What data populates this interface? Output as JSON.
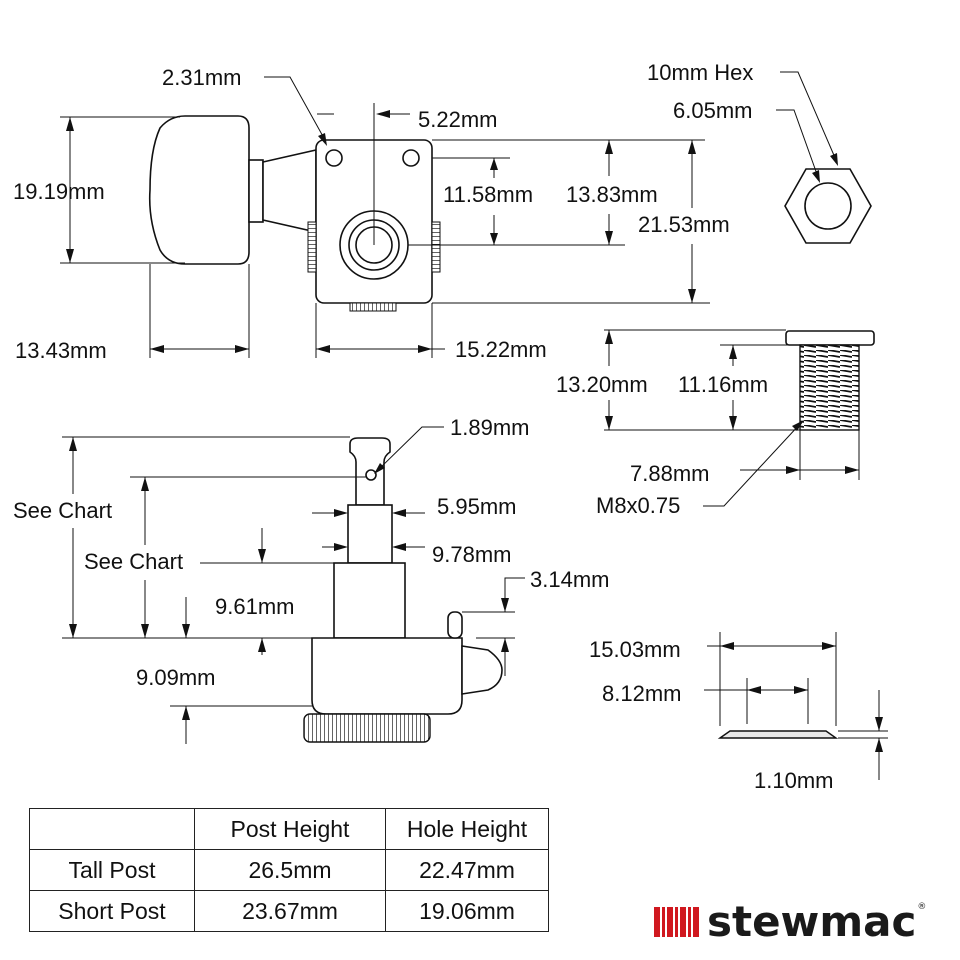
{
  "dimensions": {
    "top_view": {
      "d1": "2.31mm",
      "d2": "5.22mm",
      "d3": "19.19mm",
      "d4": "11.58mm",
      "d5": "13.83mm",
      "d6": "21.53mm",
      "d7": "13.43mm",
      "d8": "15.22mm"
    },
    "nut": {
      "d1": "10mm Hex",
      "d2": "6.05mm"
    },
    "bushing": {
      "d1": "13.20mm",
      "d2": "11.16mm",
      "d3": "7.88mm",
      "d4": "M8x0.75"
    },
    "side_view": {
      "d1": "1.89mm",
      "d2": "See Chart",
      "d3": "See Chart",
      "d4": "5.95mm",
      "d5": "9.78mm",
      "d6": "3.14mm",
      "d7": "9.61mm",
      "d8": "9.09mm"
    },
    "washer": {
      "d1": "15.03mm",
      "d2": "8.12mm",
      "d3": "1.10mm"
    }
  },
  "table": {
    "headers": [
      "",
      "Post Height",
      "Hole Height"
    ],
    "rows": [
      [
        "Tall Post",
        "26.5mm",
        "22.47mm"
      ],
      [
        "Short Post",
        "23.67mm",
        "19.06mm"
      ]
    ]
  },
  "brand": {
    "name": "stewmac",
    "mark": "®",
    "brand_color": "#d0181f"
  }
}
